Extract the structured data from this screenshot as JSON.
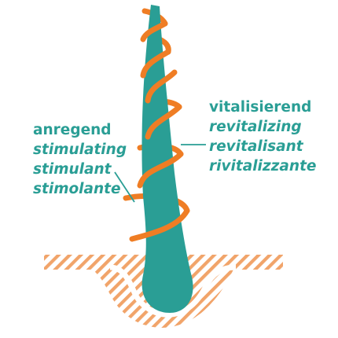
{
  "colors": {
    "teal": "#2a9e95",
    "orange": "#ef7d24",
    "hatch_orange": "#f1a46a",
    "background": "#ffffff"
  },
  "illustration": {
    "subject": "hair-strand-with-spiral",
    "elements": [
      "hair-shaft",
      "hair-bulb",
      "orange-spiral",
      "skin-layer-hatched"
    ]
  },
  "left_labels": {
    "german": "anregend",
    "english": "stimulating",
    "french": "stimulant",
    "italian": "stimolante"
  },
  "right_labels": {
    "german": "vitalisierend",
    "english": "revitalizing",
    "french": "revitalisant",
    "italian": "rivitalizzante"
  }
}
